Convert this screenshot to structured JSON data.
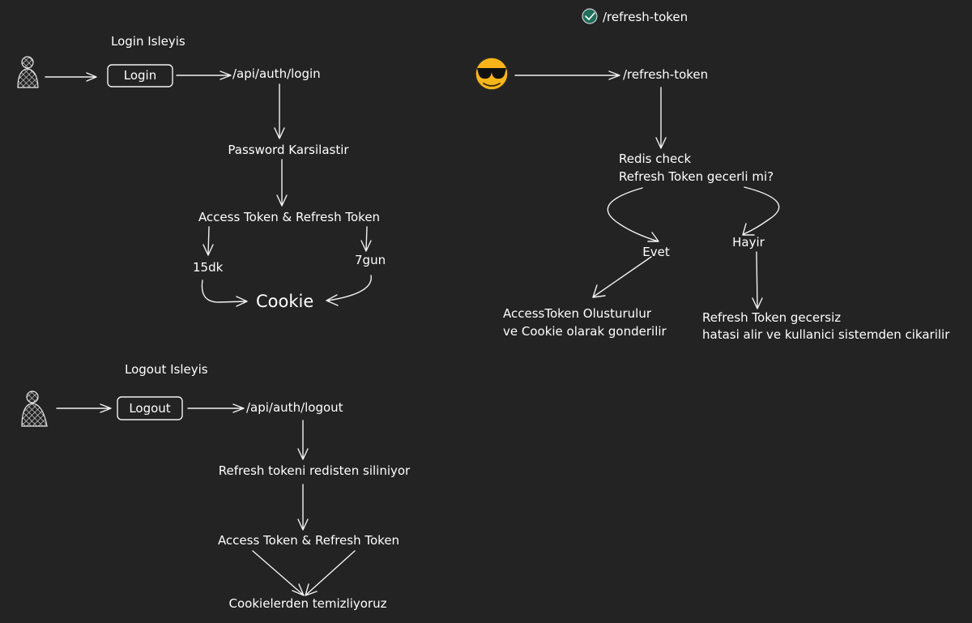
{
  "login": {
    "title": "Login Isleyis",
    "button": "Login",
    "endpoint": "/api/auth/login",
    "step_compare": "Password Karsilastir",
    "tokens": "Access Token & Refresh Token",
    "access_ttl": "15dk",
    "refresh_ttl": "7gun",
    "cookie": "Cookie"
  },
  "logout": {
    "title": "Logout Isleyis",
    "button": "Logout",
    "endpoint": "/api/auth/logout",
    "step_redis": "Refresh tokeni redisten siliniyor",
    "tokens": "Access Token & Refresh Token",
    "step_clear": "Cookielerden temizliyoruz"
  },
  "refresh": {
    "header_title": "/refresh-token",
    "endpoint": "/refresh-token",
    "check_line1": "Redis check",
    "check_line2": "Refresh Token gecerli mi?",
    "yes": "Evet",
    "no": "Hayir",
    "yes_result_line1": "AccessToken Olusturulur",
    "yes_result_line2": "ve Cookie olarak gonderilir",
    "no_result_line1": "Refresh Token gecersiz",
    "no_result_line2": "hatasi alir ve kullanici sistemden cikarilir"
  },
  "colors": {
    "background": "#232323",
    "stroke": "#f2f2f2",
    "emoji_face": "#f7b519",
    "badge": "#1f6f5c"
  },
  "icons": {
    "user": "user-icon",
    "sunglasses": "sunglasses-face-icon",
    "check": "check-circle-icon"
  }
}
